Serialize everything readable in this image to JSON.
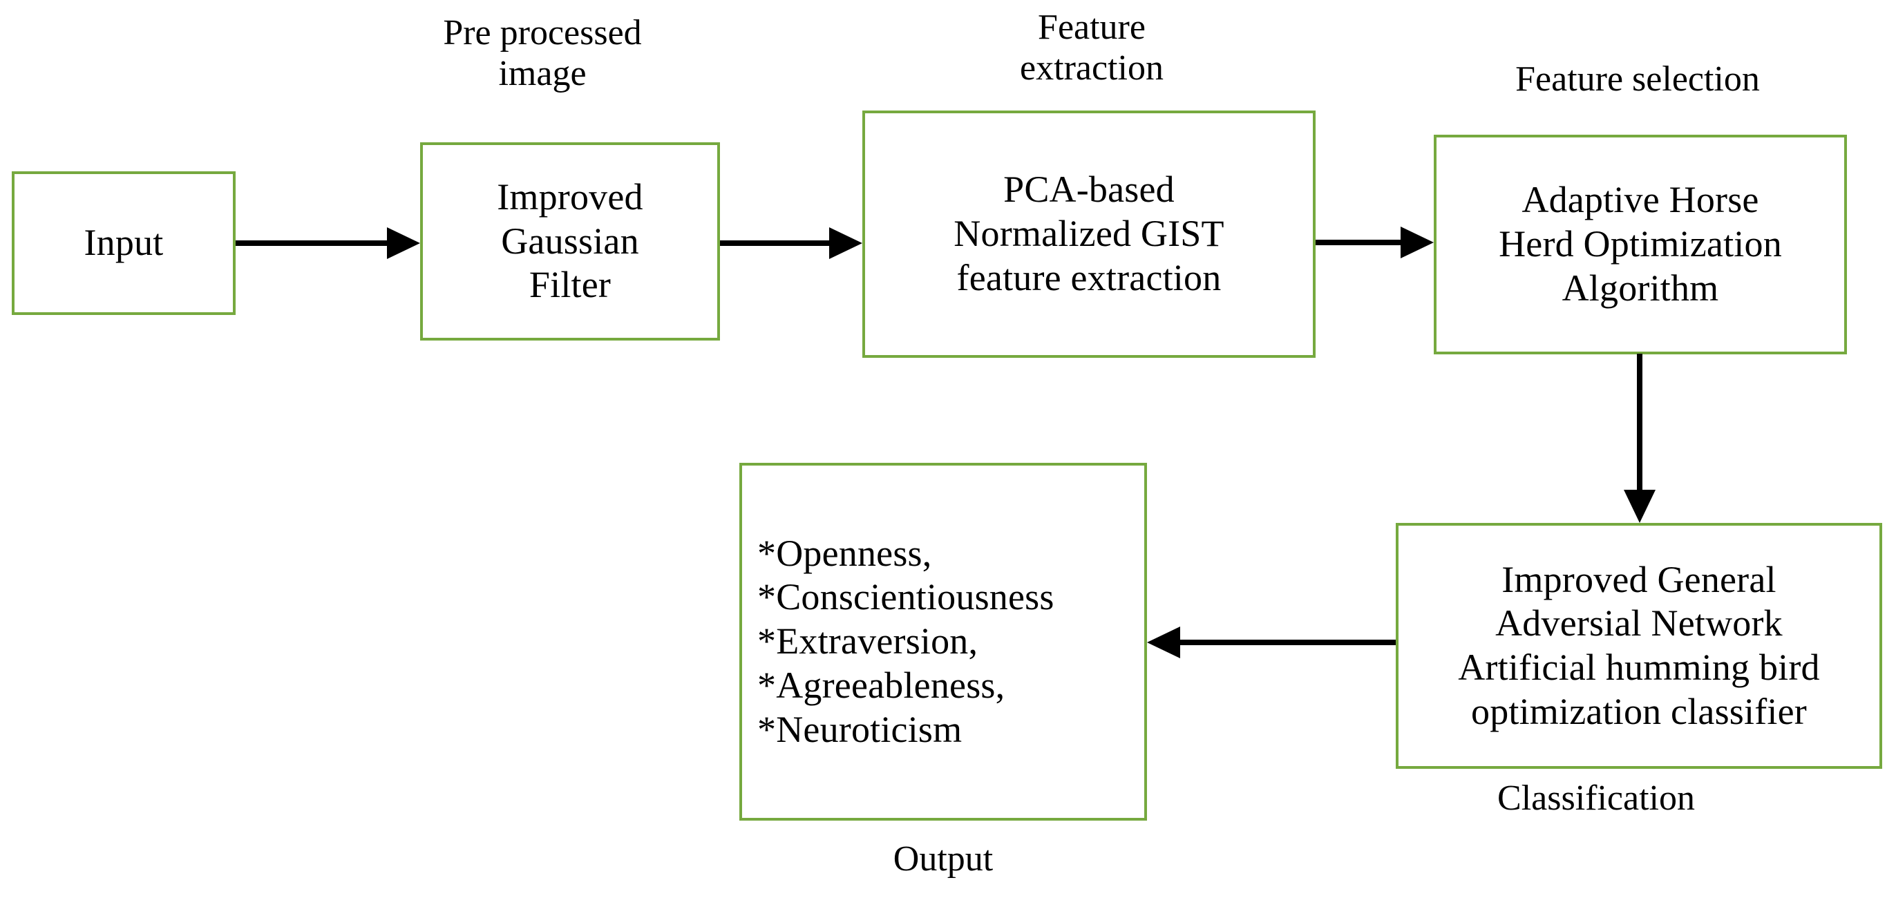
{
  "diagram": {
    "title": "Personality trait prediction pipeline flowchart",
    "accent_color": "#76a93f",
    "line_color": "#000000",
    "background": "#ffffff"
  },
  "boxes": {
    "input": {
      "label": "Input"
    },
    "preprocess": {
      "label": "Improved\nGaussian\nFilter"
    },
    "feature_extraction": {
      "label": "PCA-based\nNormalized GIST\nfeature extraction"
    },
    "feature_selection": {
      "label": "Adaptive Horse\nHerd Optimization\nAlgorithm"
    },
    "classification": {
      "label": "Improved General\nAdversial Network\nArtificial humming bird\noptimization classifier"
    },
    "output": {
      "label": "*Openness,\n*Conscientiousness\n*Extraversion,\n*Agreeableness,\n*Neuroticism"
    }
  },
  "captions": {
    "preprocess": "Pre processed\nimage",
    "feature_extraction": "Feature\nextraction",
    "feature_selection": "Feature selection",
    "classification": "Classification",
    "output": "Output"
  },
  "output_traits": [
    "*Openness,",
    "*Conscientiousness",
    "*Extraversion,",
    "*Agreeableness,",
    "*Neuroticism"
  ],
  "flow": [
    {
      "from": "input",
      "to": "preprocess",
      "direction": "right"
    },
    {
      "from": "preprocess",
      "to": "feature_extraction",
      "direction": "right"
    },
    {
      "from": "feature_extraction",
      "to": "feature_selection",
      "direction": "right"
    },
    {
      "from": "feature_selection",
      "to": "classification",
      "direction": "down"
    },
    {
      "from": "classification",
      "to": "output",
      "direction": "left"
    }
  ]
}
